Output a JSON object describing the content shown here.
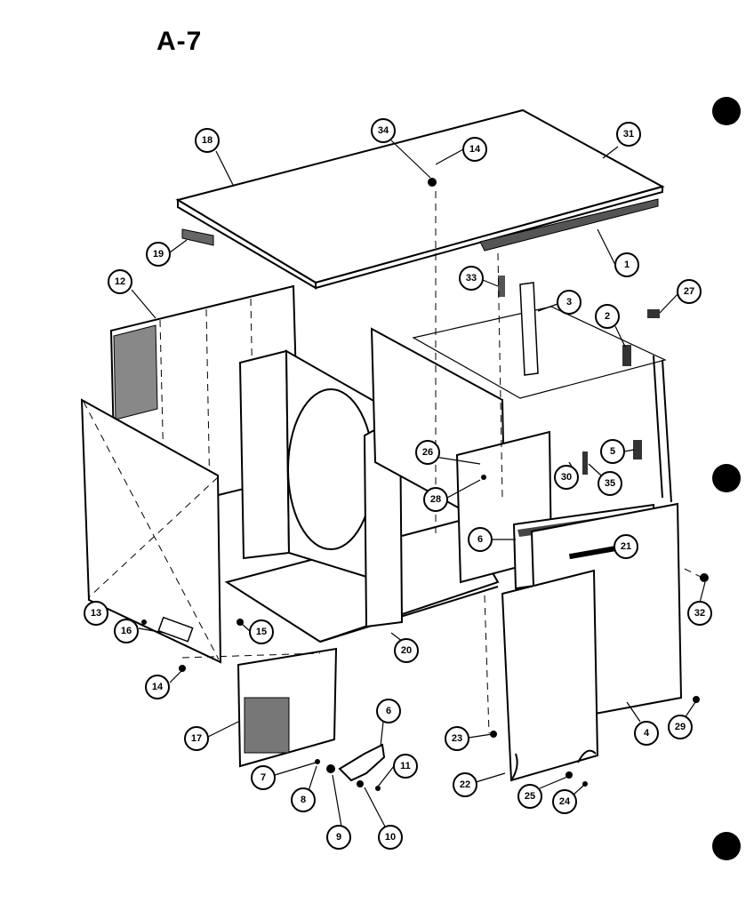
{
  "title": "A-7",
  "callouts": [
    "18",
    "34",
    "14",
    "31",
    "19",
    "1",
    "12",
    "33",
    "3",
    "27",
    "2",
    "5",
    "26",
    "28",
    "30",
    "35",
    "6",
    "21",
    "13",
    "16",
    "15",
    "20",
    "32",
    "14",
    "17",
    "6",
    "11",
    "23",
    "4",
    "29",
    "22",
    "25",
    "24",
    "7",
    "8",
    "9",
    "10"
  ]
}
